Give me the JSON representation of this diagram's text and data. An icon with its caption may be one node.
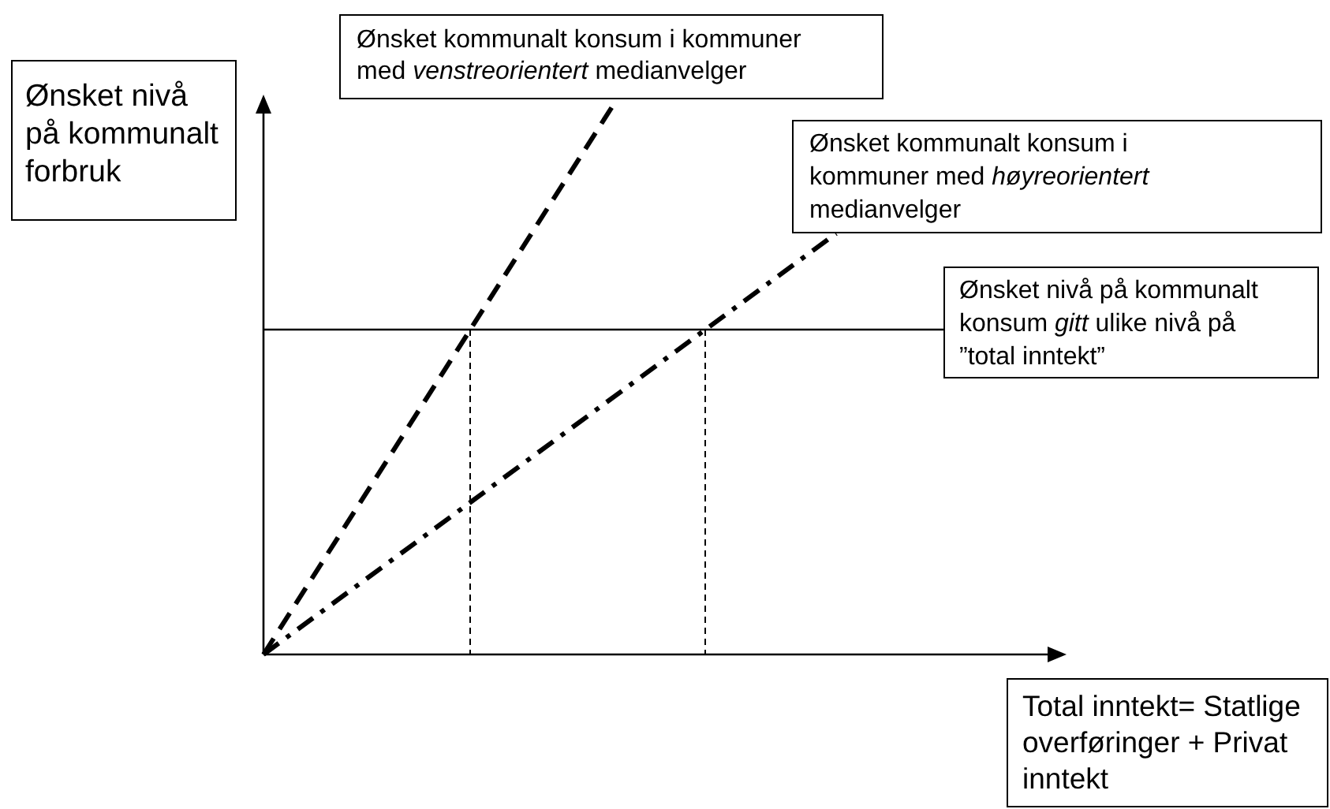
{
  "diagram": {
    "nodes": [
      {
        "text": [
          "Ønsket nivå på kommunalt forbruk"
        ]
      },
      {
        "text": [
          "Ønsket kommunalt konsum i kommuner med *venstreorientert* medianvelger"
        ]
      },
      {
        "text": [
          "Ønsket kommunalt konsum i kommuner med *høyreorientert* medianvelger"
        ]
      },
      {
        "text": [
          "Ønsket nivå på kommunalt konsum *gitt* ulike nivå på ”total inntekt”"
        ]
      },
      {
        "text": [
          "Total inntekt= Statlige overføringer + Privat inntekt"
        ]
      }
    ],
    "edges": [
      {
        "from": null,
        "to": 1,
        "arrow": "none",
        "style": "dashed"
      },
      {
        "from": null,
        "to": 2,
        "arrow": "none",
        "style": "dashed"
      },
      {
        "from": null,
        "to": 3,
        "arrow": "none"
      }
    ]
  }
}
